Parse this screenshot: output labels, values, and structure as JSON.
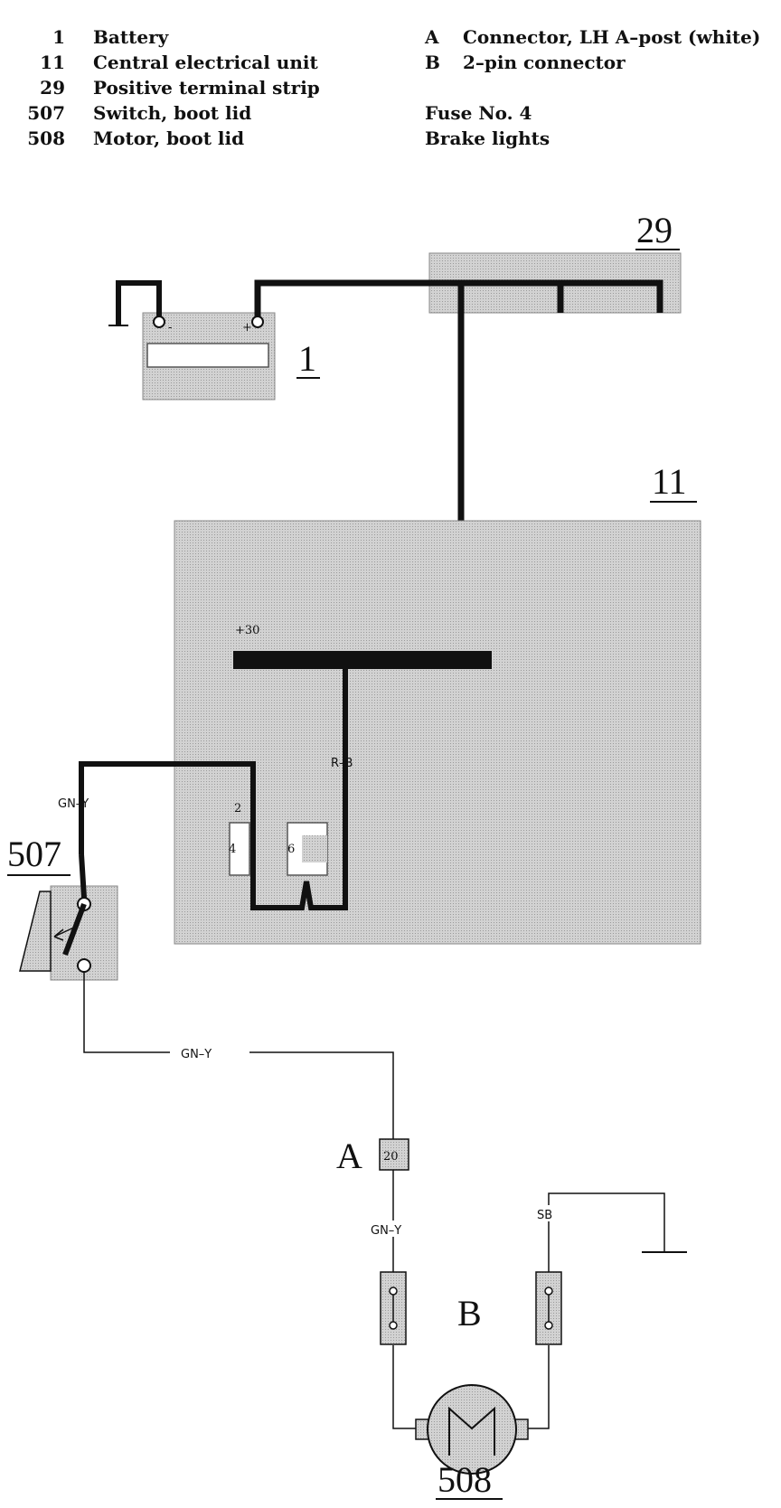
{
  "legend_left": [
    {
      "num": "1",
      "text": "Battery"
    },
    {
      "num": "11",
      "text": "Central electrical unit"
    },
    {
      "num": "29",
      "text": "Positive terminal strip"
    },
    {
      "num": "507",
      "text": "Switch, boot lid"
    },
    {
      "num": "508",
      "text": "Motor, boot lid"
    }
  ],
  "legend_right": [
    {
      "key": "A",
      "text": "Connector, LH A–post (white)"
    },
    {
      "key": "B",
      "text": "2–pin connector"
    }
  ],
  "fuse": {
    "line1": "Fuse No. 4",
    "line2": "Brake lights"
  },
  "components": {
    "battery": "1",
    "ceu": "11",
    "strip": "29",
    "switch": "507",
    "motor": "508"
  },
  "battery_terminals": {
    "neg": "-",
    "pos": "+"
  },
  "ceu_labels": {
    "bus": "+30",
    "pin2": "2",
    "pin4": "4",
    "pin6": "6"
  },
  "wires": {
    "rb": "R–B",
    "gny_upper": "GN–Y",
    "gny_middle": "GN–Y",
    "gny_lower": "GN–Y",
    "sb": "SB"
  },
  "connector_a": {
    "letter": "A",
    "pin": "20"
  },
  "connector_b": {
    "letter": "B"
  },
  "colors": {
    "ink": "#111111",
    "fill": "#cfcfcf",
    "bg": "#ffffff"
  }
}
